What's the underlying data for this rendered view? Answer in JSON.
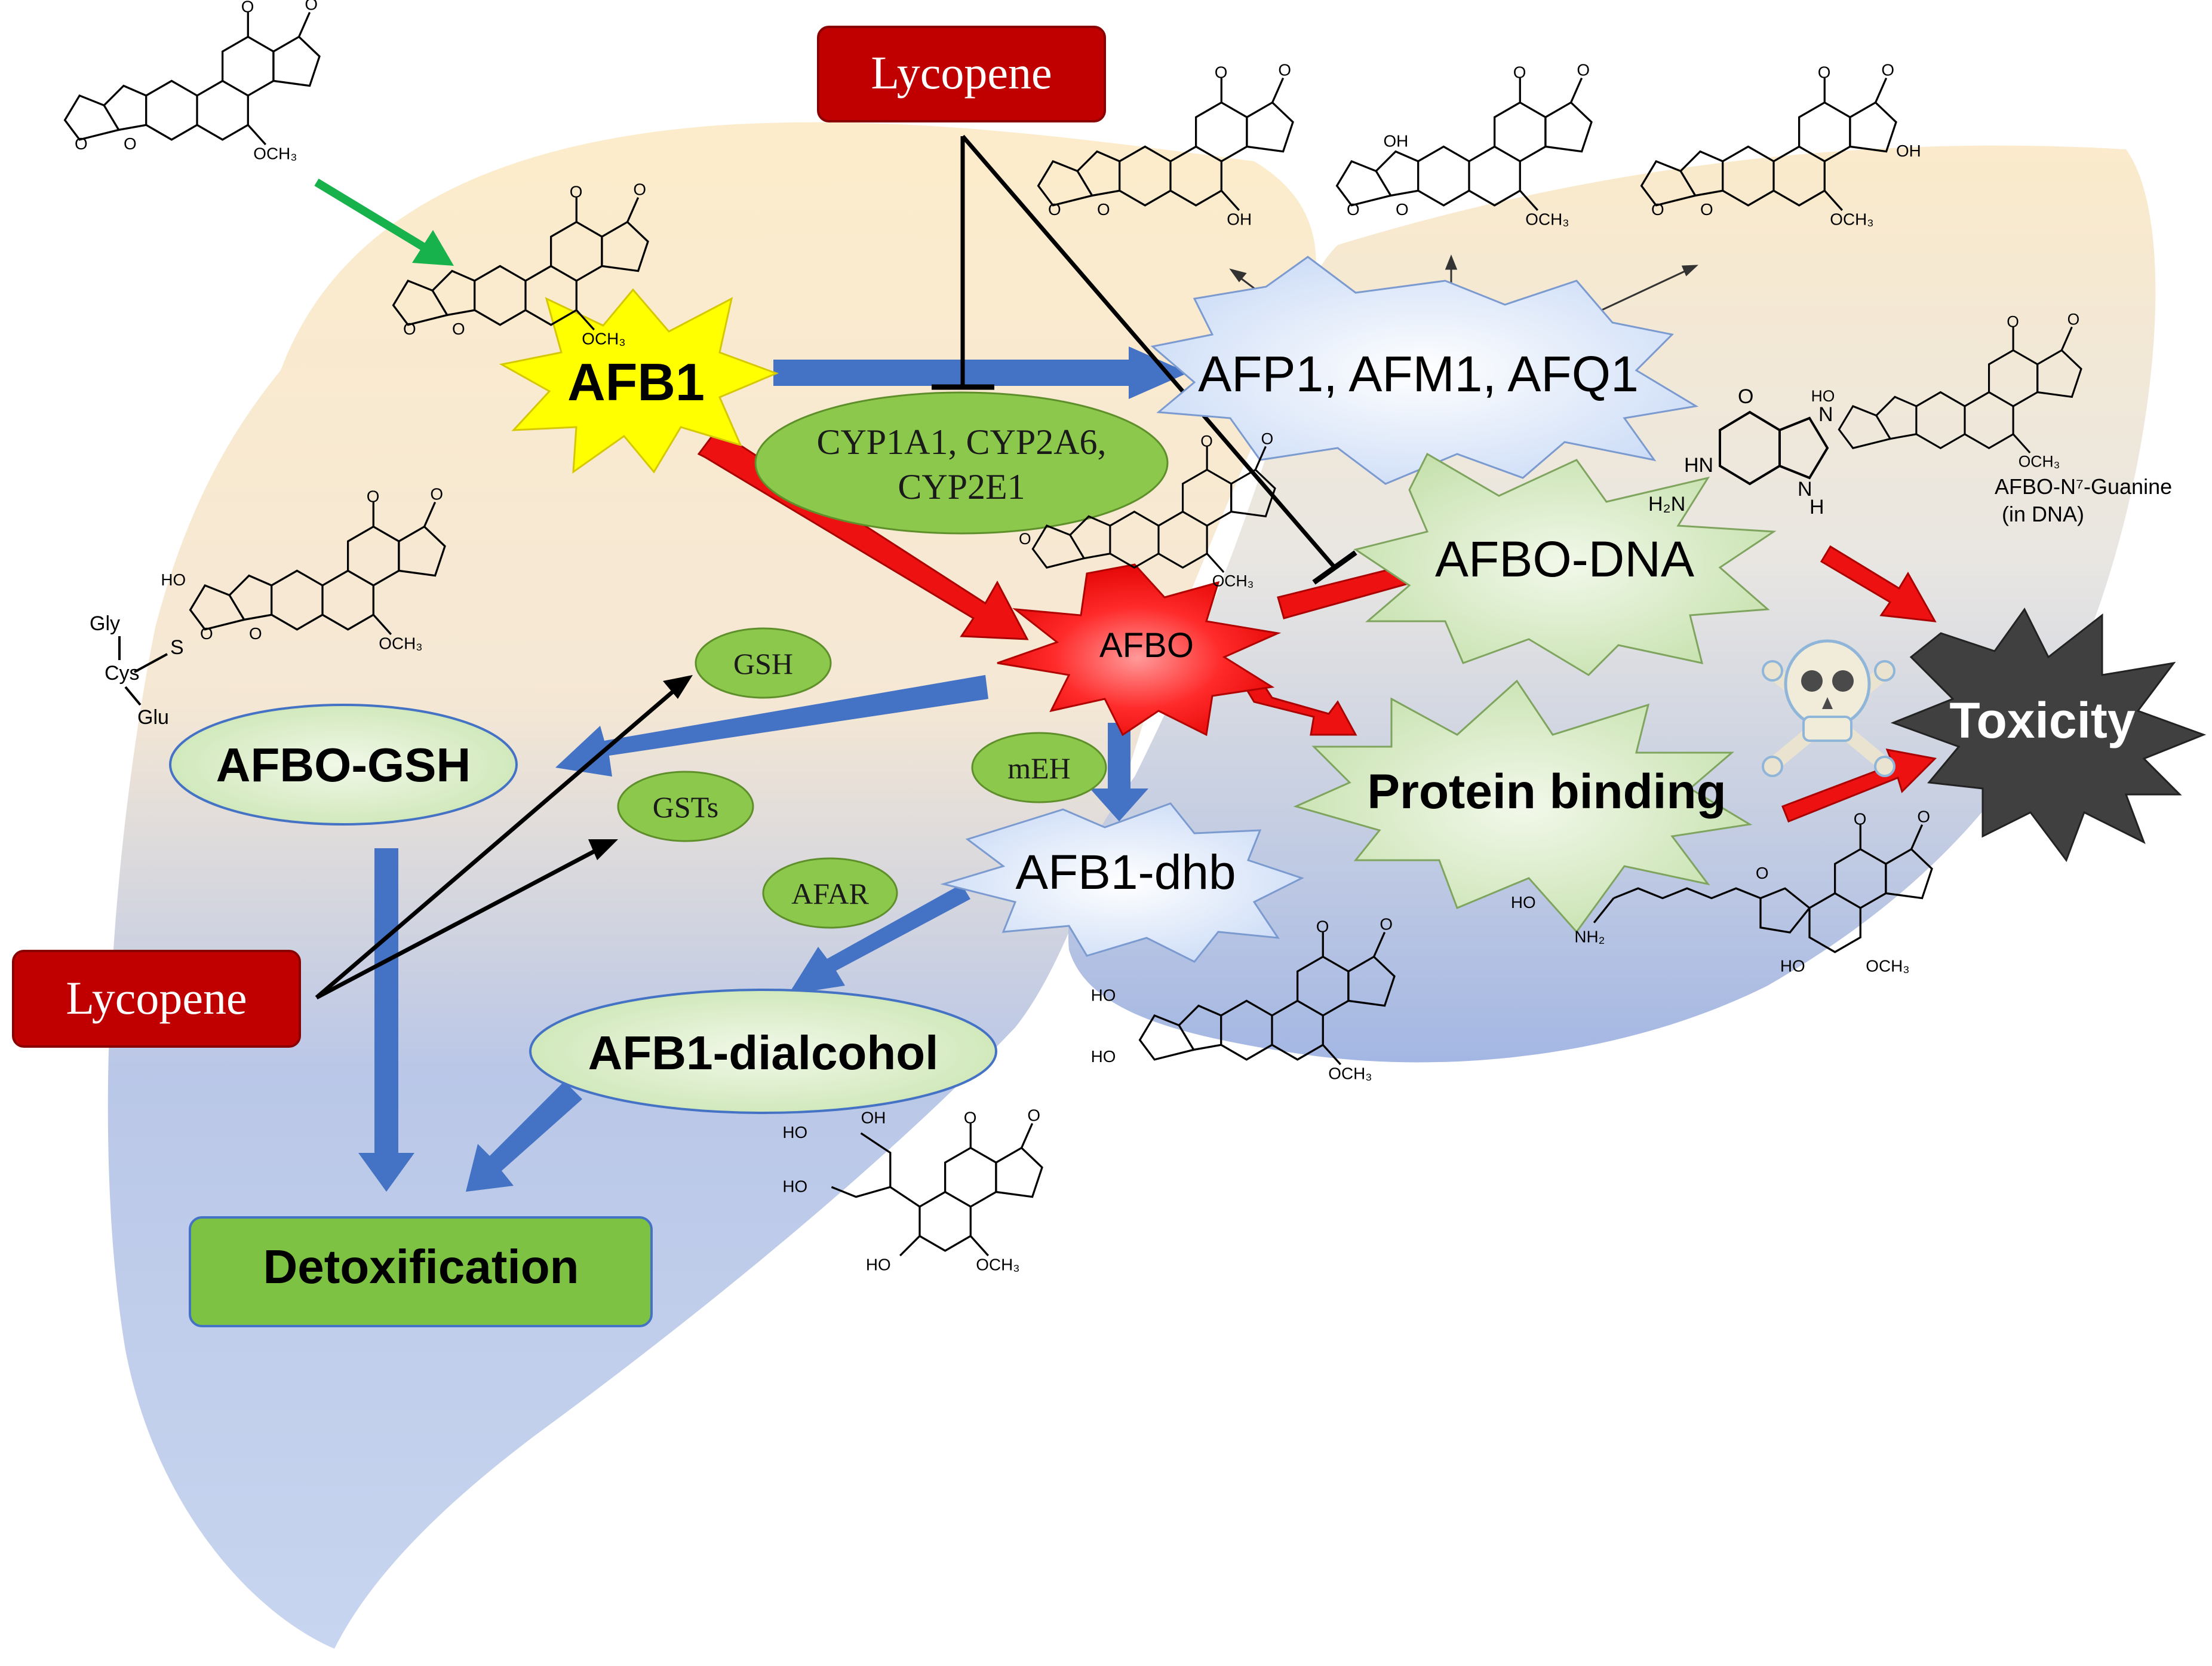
{
  "colors": {
    "liver_top": "#fbe9c8",
    "liver_bottom": "#9fb3e2",
    "cyp_green": "#8cc84b",
    "lycopene_red": "#c00000",
    "afb1_yellow": "#ffff00",
    "afbo_red": "#ff1a1a",
    "pale_blue_burst": "#dbe7fa",
    "pale_green_burst": "#d8ecc8",
    "toxicity_gray": "#404040",
    "blue_arrow": "#4472c4",
    "red_arrow": "#ee1111",
    "green_arrow": "#17b24c",
    "detox_green": "#7dc242"
  },
  "labels": {
    "lycopene_top": "Lycopene",
    "lycopene_left": "Lycopene",
    "afb1": "AFB1",
    "metabolites": "AFP1, AFM1, AFQ1",
    "cyp_line1": "CYP1A1, CYP2A6,",
    "cyp_line2": "CYP2E1",
    "afbo": "AFBO",
    "afbo_dna": "AFBO-DNA",
    "afbo_gsh": "AFBO-GSH",
    "gsh": "GSH",
    "gsts": "GSTs",
    "meh": "mEH",
    "afb1_dhb": "AFB1-dhb",
    "afar": "AFAR",
    "afb1_dialcohol": "AFB1-dialcohol",
    "detoxification": "Detoxification",
    "protein_binding": "Protein binding",
    "toxicity": "Toxicity",
    "guanine_caption_line1": "AFBO-N⁷-Guanine",
    "guanine_caption_line2": "(in DNA)"
  },
  "chem_labels": {
    "och3": "OCH₃",
    "oh": "OH",
    "ho": "HO",
    "o": "O",
    "gly": "Gly",
    "cys": "Cys",
    "glu": "Glu",
    "s": "S",
    "hn": "HN",
    "h2n": "H₂N",
    "n": "N",
    "h": "H",
    "nh2": "NH₂"
  },
  "icons": {
    "skull": "skull-crossbones-icon"
  }
}
